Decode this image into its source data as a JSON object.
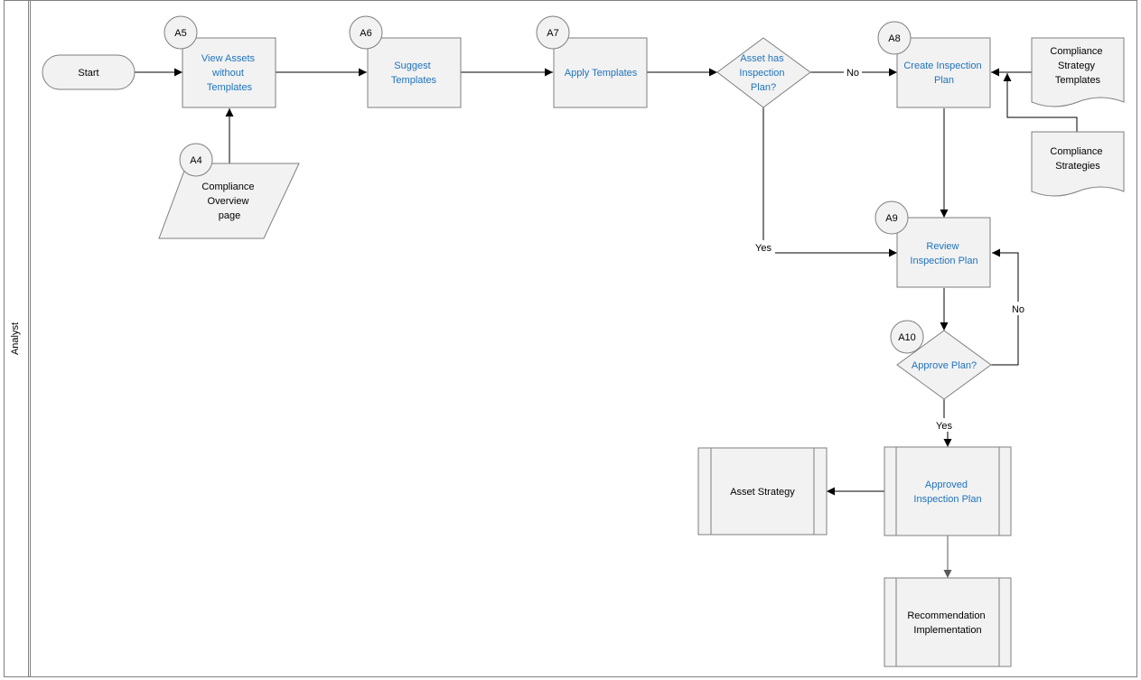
{
  "lane": {
    "label": "Analyst"
  },
  "nodes": {
    "start": {
      "label": [
        "Start"
      ]
    },
    "view_assets": {
      "badge": "A5",
      "label": [
        "View Assets",
        "without",
        "Templates"
      ]
    },
    "compliance_overview": {
      "badge": "A4",
      "label": [
        "Compliance",
        "Overview",
        "page"
      ]
    },
    "suggest_templates": {
      "badge": "A6",
      "label": [
        "Suggest",
        "Templates"
      ]
    },
    "apply_templates": {
      "badge": "A7",
      "label": [
        "Apply Templates"
      ]
    },
    "asset_has_plan": {
      "label": [
        "Asset has",
        "Inspection",
        "Plan?"
      ]
    },
    "create_plan": {
      "badge": "A8",
      "label": [
        "Create Inspection",
        "Plan"
      ]
    },
    "strategy_templates": {
      "label": [
        "Compliance",
        "Strategy",
        "Templates"
      ]
    },
    "compliance_strategies": {
      "label": [
        "Compliance",
        "Strategies"
      ]
    },
    "review_plan": {
      "badge": "A9",
      "label": [
        "Review",
        "Inspection Plan"
      ]
    },
    "approve_plan": {
      "badge": "A10",
      "label": [
        "Approve Plan?"
      ]
    },
    "approved_plan": {
      "label": [
        "Approved",
        "Inspection Plan"
      ]
    },
    "asset_strategy": {
      "label": [
        "Asset Strategy"
      ]
    },
    "recommendation": {
      "label": [
        "Recommendation",
        "Implementation"
      ]
    }
  },
  "edge_labels": {
    "no_create": "No",
    "yes_review": "Yes",
    "no_review": "No",
    "yes_approved": "Yes"
  },
  "colors": {
    "link_text": "#1e73be",
    "node_fill": "#f2f2f2",
    "node_stroke": "#7f7f7f"
  }
}
